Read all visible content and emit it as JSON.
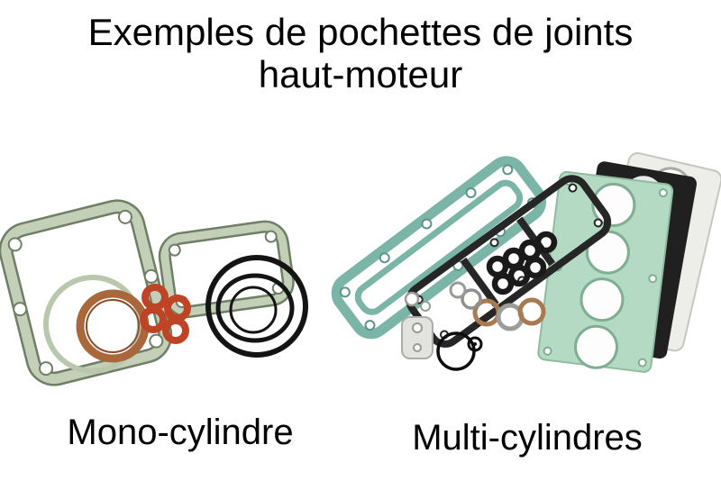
{
  "title": {
    "line1": "Exemples de pochettes de joints",
    "line2": "haut-moteur"
  },
  "figures": {
    "mono": {
      "label": "Mono-cylindre"
    },
    "multi": {
      "label": "Multi-cylindres"
    }
  },
  "colors": {
    "background": "#ffffff",
    "text": "#000000",
    "gasket_sage_green": "#c3cfb6",
    "gasket_sage_edge": "#6e7f66",
    "gasket_teal": "#7ab5a8",
    "gasket_mint": "#b5dac4",
    "copper_washer": "#a9683c",
    "o_ring_red": "#bf4426",
    "rubber_black": "#161616",
    "metal_gray": "#9a9a96"
  }
}
